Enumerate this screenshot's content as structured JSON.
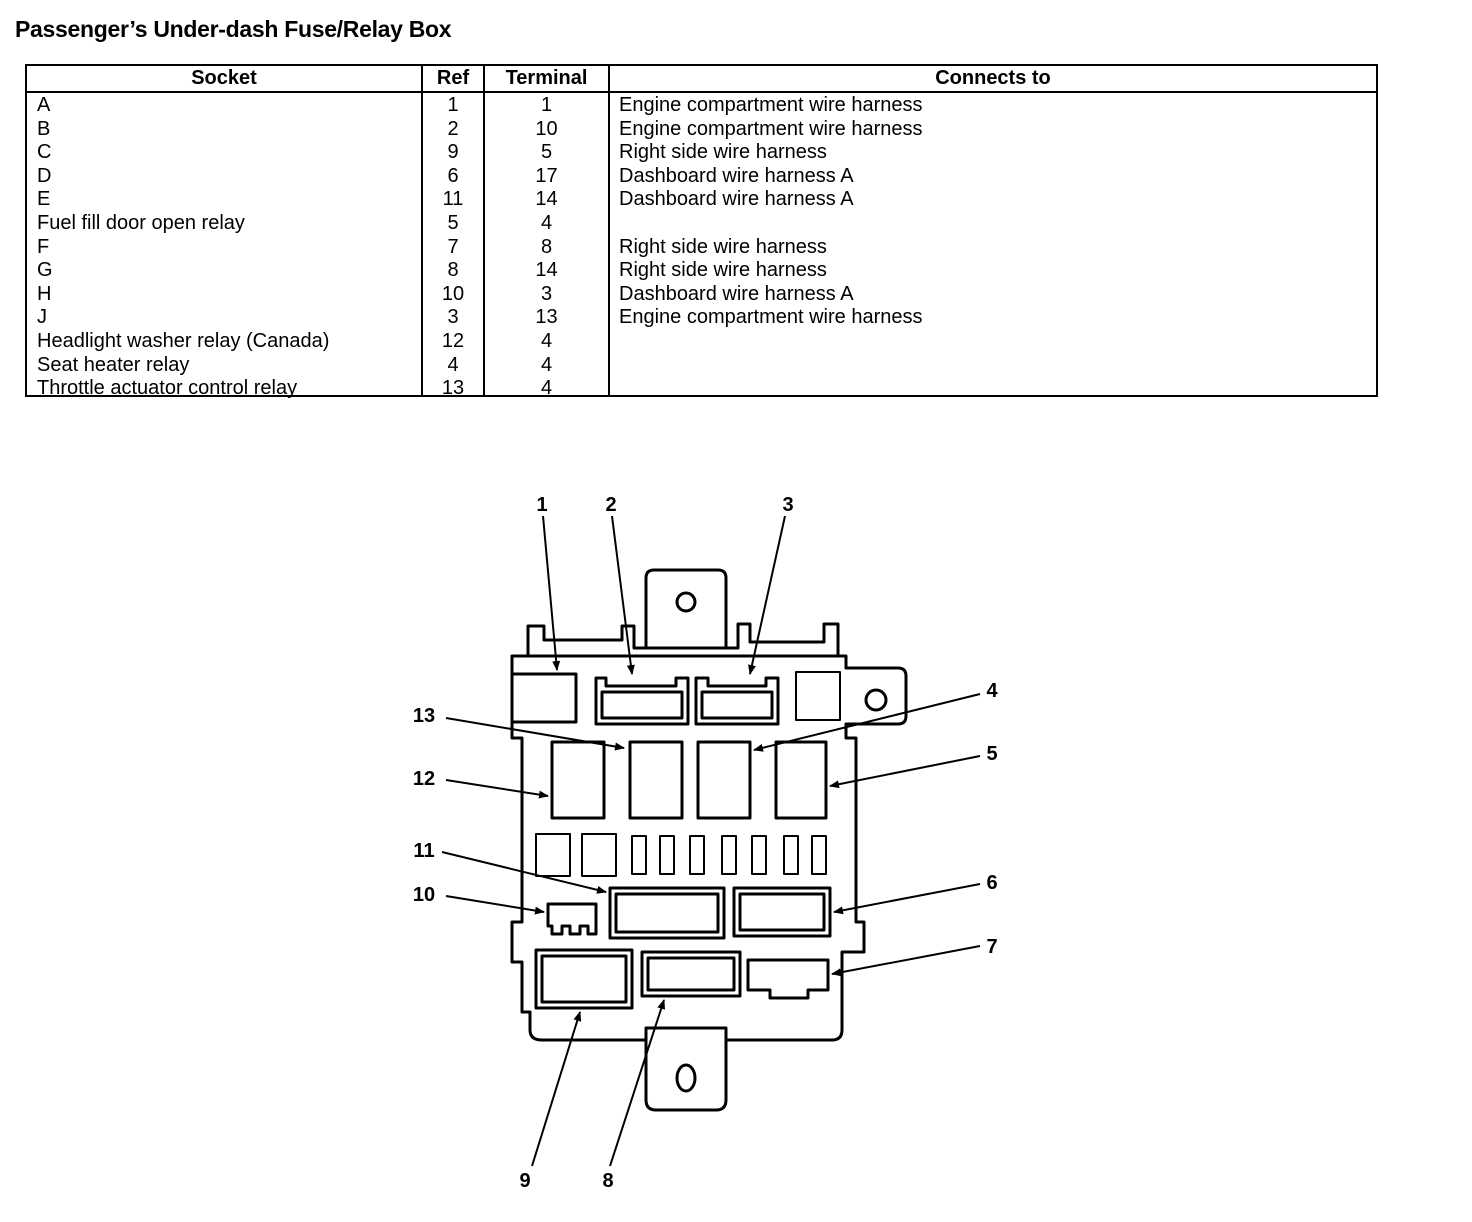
{
  "title": "Passenger’s Under-dash Fuse/Relay Box",
  "table": {
    "headers": {
      "socket": "Socket",
      "ref": "Ref",
      "terminal": "Terminal",
      "connects_to": "Connects to"
    },
    "rows": [
      {
        "socket": "A",
        "ref": "1",
        "terminal": "1",
        "connects_to": "Engine compartment wire harness"
      },
      {
        "socket": "B",
        "ref": "2",
        "terminal": "10",
        "connects_to": "Engine compartment wire harness"
      },
      {
        "socket": "C",
        "ref": "9",
        "terminal": "5",
        "connects_to": "Right side wire harness"
      },
      {
        "socket": "D",
        "ref": "6",
        "terminal": "17",
        "connects_to": "Dashboard wire harness A"
      },
      {
        "socket": "E",
        "ref": "11",
        "terminal": "14",
        "connects_to": "Dashboard wire harness A"
      },
      {
        "socket": "Fuel fill door open relay",
        "ref": "5",
        "terminal": "4",
        "connects_to": ""
      },
      {
        "socket": "F",
        "ref": "7",
        "terminal": "8",
        "connects_to": "Right side wire harness"
      },
      {
        "socket": "G",
        "ref": "8",
        "terminal": "14",
        "connects_to": "Right side wire harness"
      },
      {
        "socket": "H",
        "ref": "10",
        "terminal": "3",
        "connects_to": "Dashboard wire harness A"
      },
      {
        "socket": "J",
        "ref": "3",
        "terminal": "13",
        "connects_to": "Engine compartment wire harness"
      },
      {
        "socket": "Headlight washer relay (Canada)",
        "ref": "12",
        "terminal": "4",
        "connects_to": ""
      },
      {
        "socket": "Seat heater relay",
        "ref": "4",
        "terminal": "4",
        "connects_to": ""
      },
      {
        "socket": "Throttle actuator control relay",
        "ref": "13",
        "terminal": "4",
        "connects_to": ""
      }
    ]
  },
  "diagram": {
    "callouts": [
      "1",
      "2",
      "3",
      "4",
      "5",
      "6",
      "7",
      "8",
      "9",
      "10",
      "11",
      "12",
      "13"
    ]
  }
}
